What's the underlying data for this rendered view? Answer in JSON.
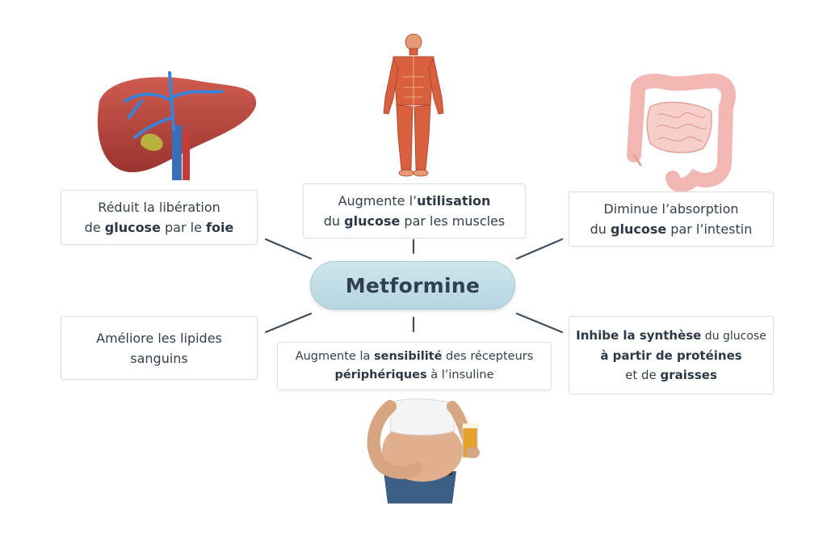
{
  "center": {
    "label": "Metformine"
  },
  "effects": {
    "liver": {
      "l1": "Réduit la libération",
      "l2a": "de ",
      "l2b": "glucose",
      "l2c": " par le ",
      "l2d": "foie"
    },
    "muscle": {
      "l1a": "Augmente l’",
      "l1b": "utilisation",
      "l2a": "du ",
      "l2b": "glucose",
      "l2c": " par les muscles"
    },
    "intestine": {
      "l1": "Diminue l’absorption",
      "l2a": "du ",
      "l2b": "glucose",
      "l2c": " par l’intestin"
    },
    "lipids": {
      "l1": "Améliore les lipides",
      "l2": "sanguins"
    },
    "insulin": {
      "l1a": "Augmente la ",
      "l1b": "sensibilité",
      "l1c": " des récepteurs",
      "l2a": "périphériques",
      "l2b": " à l’insuline"
    },
    "synthesis": {
      "l1a": "Inhibe la ",
      "l1b": "synthèse",
      "l1c": " du glucose",
      "l2": "à partir de protéines",
      "l3a": "et de ",
      "l3b": "graisses"
    }
  },
  "colors": {
    "pill": "#b4d6e1",
    "connector": "#3e4f5e",
    "liver": "#b9473f",
    "muscle": "#d8603e",
    "intestine": "#f2b7b2",
    "skin": "#e0b08e",
    "jeans": "#3d5f86",
    "beer": "#e3a22c"
  }
}
